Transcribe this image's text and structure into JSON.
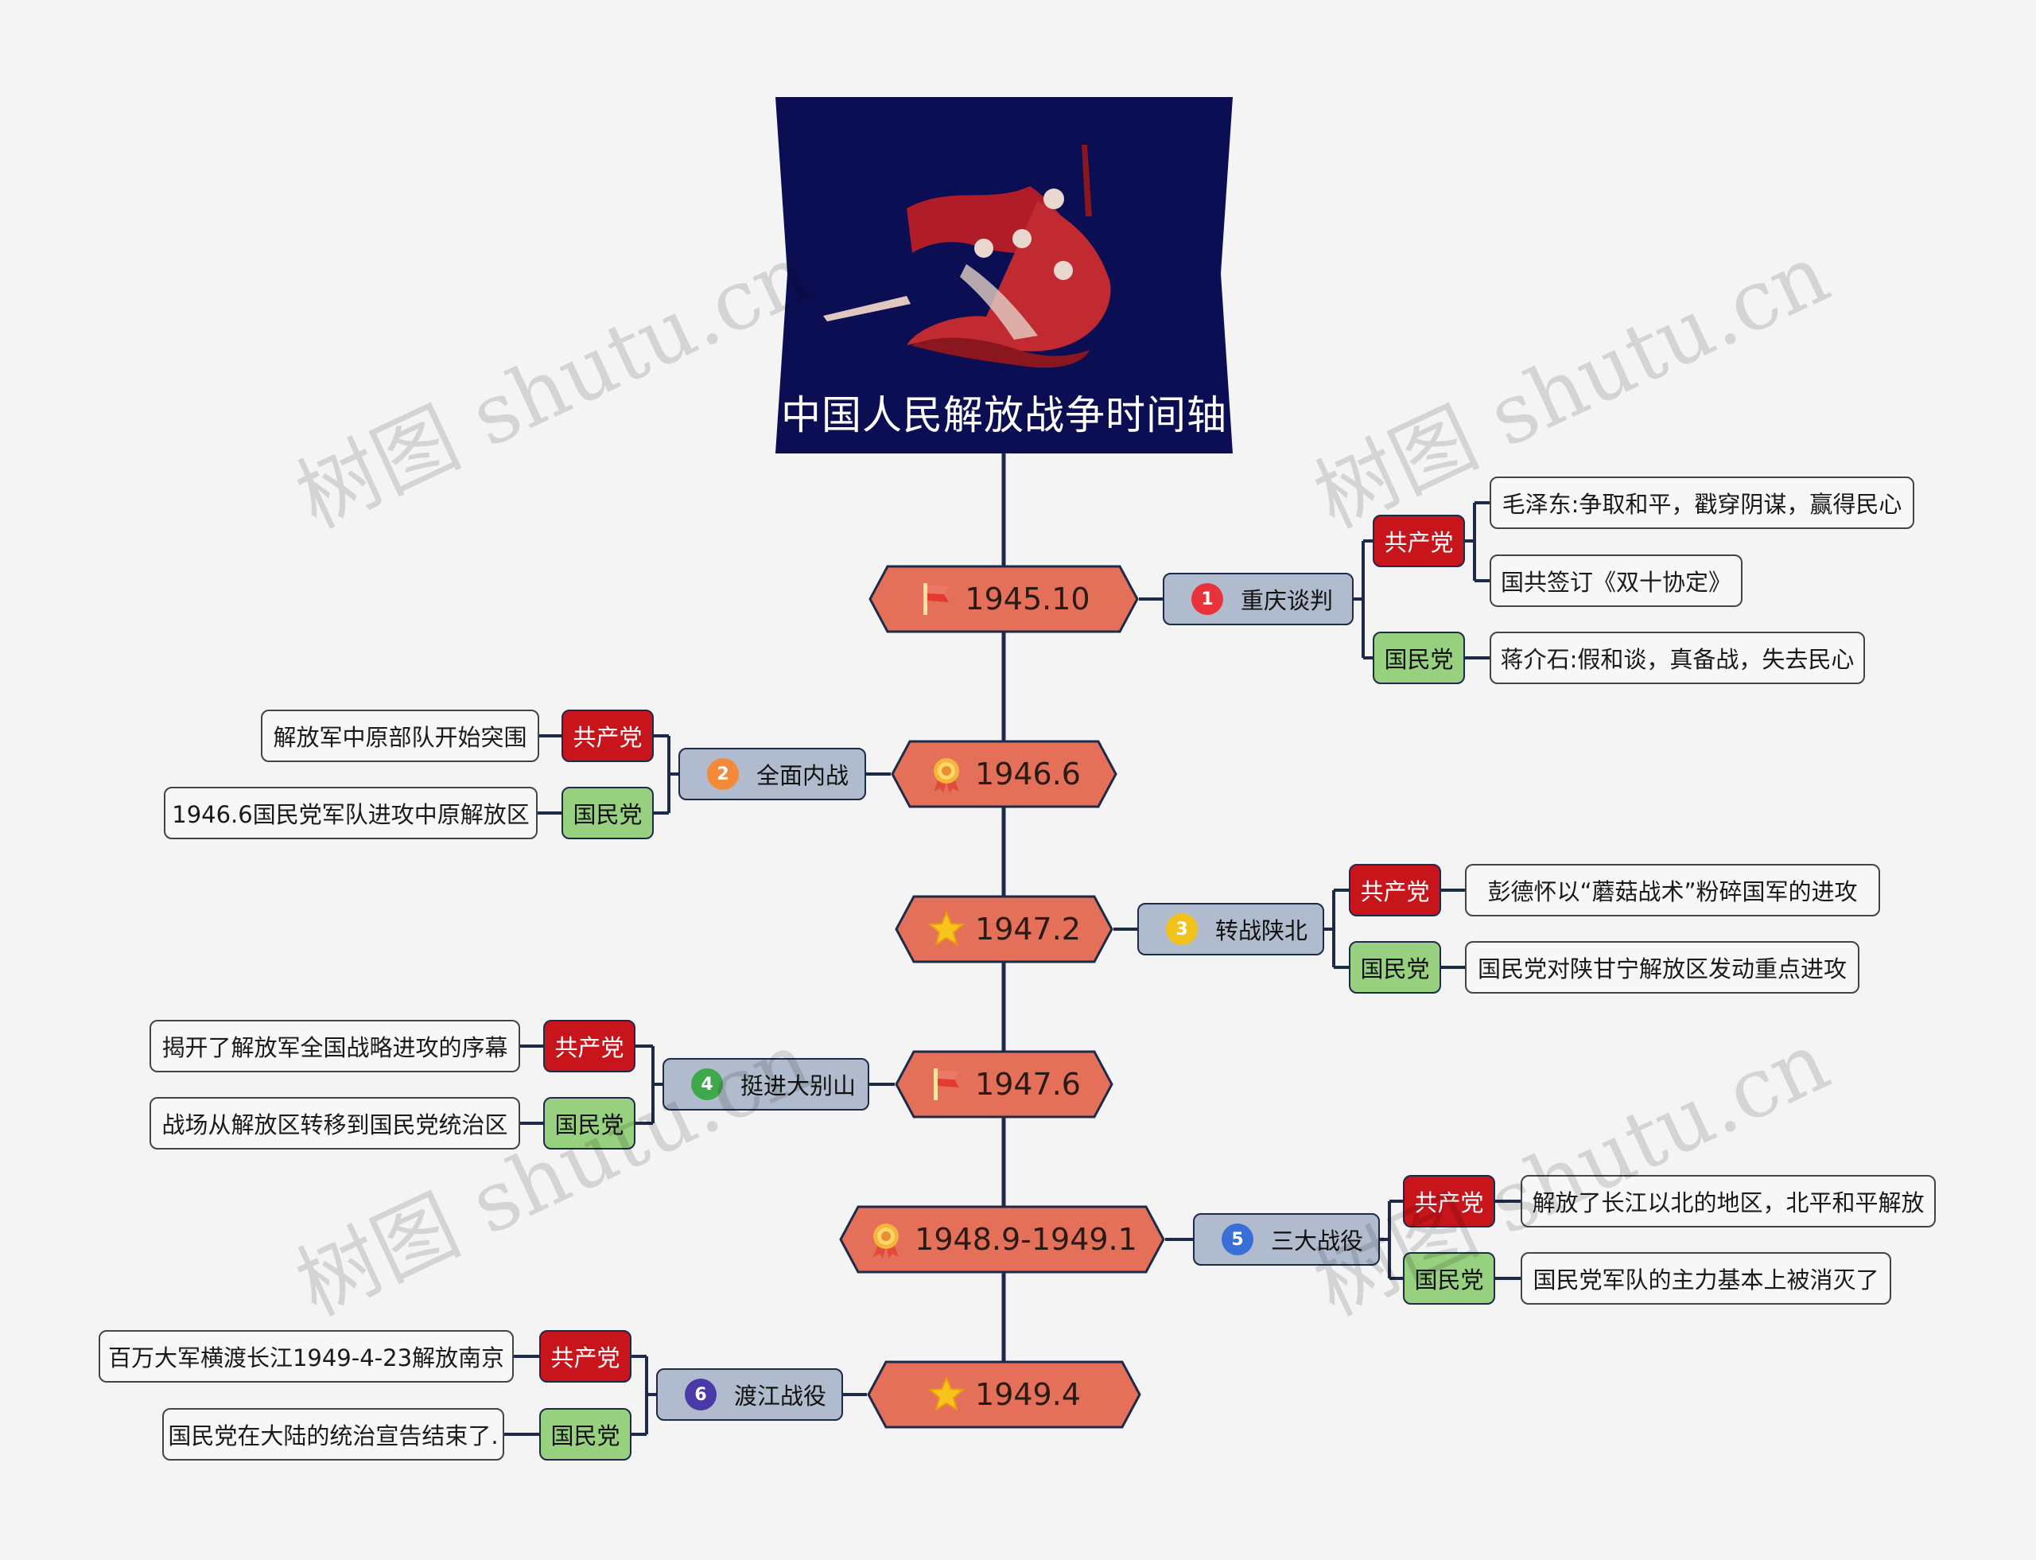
{
  "title": "中国人民解放战争时间轴",
  "watermark": "树图 shutu.cn",
  "colors": {
    "title_bg": "#0b0e52",
    "year_fill": "#e4705a",
    "event_fill": "#b0bccd",
    "cpc_red": "#c8141b",
    "kmt_green": "#97d07e",
    "line": "#1e2a4a"
  },
  "timeline": [
    {
      "year": "1945.10",
      "icon": "flag-icon",
      "event": {
        "num": "1",
        "num_color": "#e8323c",
        "label": "重庆谈判"
      },
      "cpc": {
        "label": "共产党",
        "notes": [
          "毛泽东:争取和平，戳穿阴谋，赢得民心",
          "国共签订《双十协定》"
        ]
      },
      "kmt": {
        "label": "国民党",
        "notes": [
          "蒋介石:假和谈，真备战，失去民心"
        ]
      }
    },
    {
      "year": "1946.6",
      "icon": "medal-icon",
      "event": {
        "num": "2",
        "num_color": "#f28a3a",
        "label": "全面内战"
      },
      "cpc": {
        "label": "共产党",
        "notes": [
          "解放军中原部队开始突围"
        ]
      },
      "kmt": {
        "label": "国民党",
        "notes": [
          "1946.6国民党军队进攻中原解放区"
        ]
      }
    },
    {
      "year": "1947.2",
      "icon": "star-icon",
      "event": {
        "num": "3",
        "num_color": "#f2c21c",
        "label": "转战陕北"
      },
      "cpc": {
        "label": "共产党",
        "notes": [
          "彭德怀以“蘑菇战术”粉碎国军的进攻"
        ]
      },
      "kmt": {
        "label": "国民党",
        "notes": [
          "国民党对陕甘宁解放区发动重点进攻"
        ]
      }
    },
    {
      "year": "1947.6",
      "icon": "flag-icon",
      "event": {
        "num": "4",
        "num_color": "#3fa84a",
        "label": "挺进大别山"
      },
      "cpc": {
        "label": "共产党",
        "notes": [
          "揭开了解放军全国战略进攻的序幕"
        ]
      },
      "kmt": {
        "label": "国民党",
        "notes": [
          "战场从解放区转移到国民党统治区"
        ]
      }
    },
    {
      "year": "1948.9-1949.1",
      "icon": "medal-icon",
      "event": {
        "num": "5",
        "num_color": "#3a6fd8",
        "label": "三大战役"
      },
      "cpc": {
        "label": "共产党",
        "notes": [
          "解放了长江以北的地区，北平和平解放"
        ]
      },
      "kmt": {
        "label": "国民党",
        "notes": [
          "国民党军队的主力基本上被消灭了"
        ]
      }
    },
    {
      "year": "1949.4",
      "icon": "star-icon",
      "event": {
        "num": "6",
        "num_color": "#4a3aa8",
        "label": "渡江战役"
      },
      "cpc": {
        "label": "共产党",
        "notes": [
          "百万大军横渡长江1949-4-23解放南京"
        ]
      },
      "kmt": {
        "label": "国民党",
        "notes": [
          "国民党在大陆的统治宣告结束了."
        ]
      }
    }
  ]
}
